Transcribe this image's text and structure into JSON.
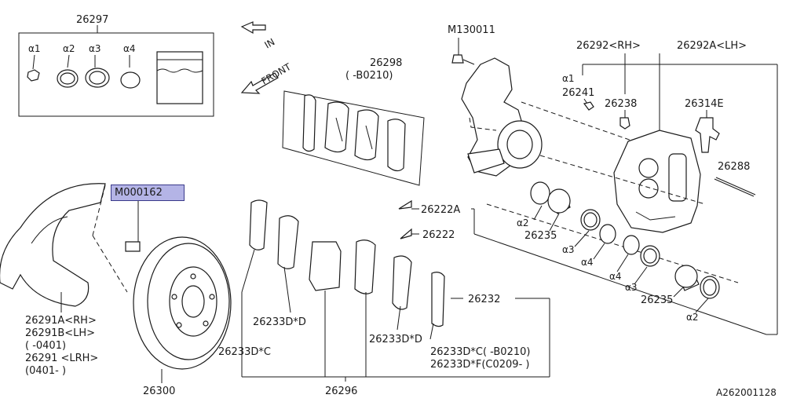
{
  "labels": {
    "kit": "26297",
    "kit_a1": "α1",
    "kit_a2": "α2",
    "kit_a3": "α3",
    "kit_a4": "α4",
    "arrow_in": "IN",
    "arrow_front": "FRONT",
    "pad_set": "26298",
    "pad_set_range": "(      -B0210)",
    "bolt": "M130011",
    "caliper_rh": "26292<RH>",
    "caliper_lh": "26292A<LH>",
    "a1": "α1",
    "p26241": "26241",
    "p26238": "26238",
    "p26314e": "26314E",
    "p26288": "26288",
    "p26222a": "26222A",
    "p26222": "26222",
    "a2_top": "α2",
    "p26235_top": "26235",
    "a3_top": "α3",
    "a4_top": "α4",
    "a4_bottom": "α4",
    "a3_bottom": "α3",
    "p26235_bottom": "26235",
    "a2_bottom": "α2",
    "p26232": "26232",
    "highlight": "M000162",
    "shield_rh": "26291A<RH>",
    "shield_lh": "26291B<LH>",
    "shield_range1": "(      -0401)",
    "shield_lrh": "26291  <LRH>",
    "shield_range2": "(0401-     )",
    "rotor": "26300",
    "shim_d_left": "26233D*D",
    "shim_c_left": "26233D*C",
    "shim_d_mid": "26233D*D",
    "shim_c_range": "26233D*C(     -B0210)",
    "shim_f_range": "26233D*F(C0209-     )",
    "p26296": "26296",
    "diagram_id": "A262001128"
  }
}
